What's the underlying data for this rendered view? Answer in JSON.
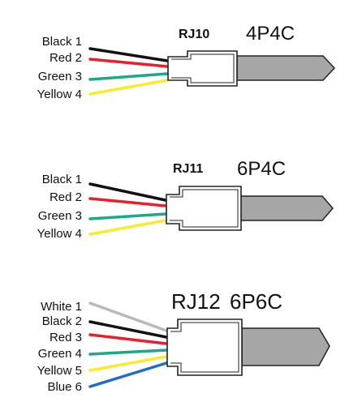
{
  "colors": {
    "black": "#111111",
    "red": "#e8202a",
    "green": "#1aa98a",
    "yellow": "#f6ec2a",
    "white": "#b9b9b9",
    "blue": "#1e6fc2",
    "cable": "#a6a6a6",
    "outline": "#222222"
  },
  "connectors": [
    {
      "standard": "RJ10",
      "config": "4P4C",
      "wires": [
        {
          "label": "Black 1",
          "color": "black"
        },
        {
          "label": "Red 2",
          "color": "red"
        },
        {
          "label": "Green 3",
          "color": "green"
        },
        {
          "label": "Yellow 4",
          "color": "yellow"
        }
      ]
    },
    {
      "standard": "RJ11",
      "config": "6P4C",
      "wires": [
        {
          "label": "Black 1",
          "color": "black"
        },
        {
          "label": "Red 2",
          "color": "red"
        },
        {
          "label": "Green 3",
          "color": "green"
        },
        {
          "label": "Yellow 4",
          "color": "yellow"
        }
      ]
    },
    {
      "standard": "RJ12",
      "config": "6P6C",
      "wires": [
        {
          "label": "White 1",
          "color": "white"
        },
        {
          "label": "Black 2",
          "color": "black"
        },
        {
          "label": "Red 3",
          "color": "red"
        },
        {
          "label": "Green 4",
          "color": "green"
        },
        {
          "label": "Yellow 5",
          "color": "yellow"
        },
        {
          "label": "Blue 6",
          "color": "blue"
        }
      ]
    }
  ]
}
